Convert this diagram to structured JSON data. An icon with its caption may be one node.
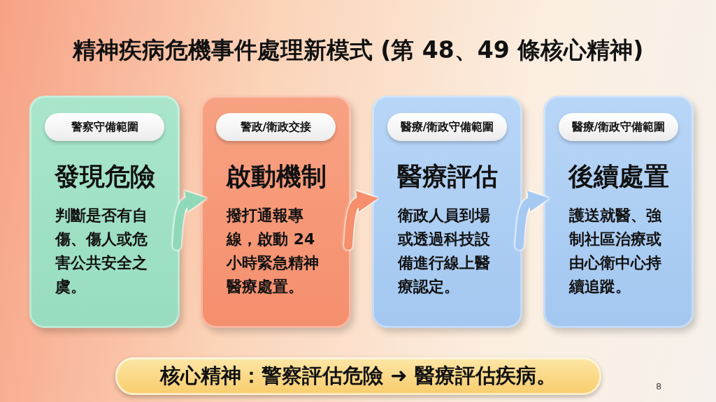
{
  "diagram": {
    "title": "精神疾病危機事件處理新模式 (第 48、49 條核心精神)",
    "nodes": [
      {
        "text": [
          "發現危險",
          "判斷是否有自傷、傷人或危害公共安全之虞。"
        ]
      },
      {
        "text": [
          "警察守備範圍"
        ],
        "in": 0
      },
      {
        "text": [
          "啟動機制",
          "撥打通報專線，啟動 24 小時緊急精神醫療處置。"
        ]
      },
      {
        "text": [
          "警政/衛政交接"
        ],
        "in": 2
      },
      {
        "text": [
          "醫療評估",
          "衛政人員到場或透過科技設備進行線上醫療認定。"
        ]
      },
      {
        "text": [
          "醫療/衛政守備範圍"
        ],
        "in": 4
      },
      {
        "text": [
          "後續處置",
          "護送就醫、強制社區治療或由心衛中心持續追蹤。"
        ]
      },
      {
        "text": [
          "醫療/衛政守備範圍"
        ],
        "in": 6
      },
      {
        "text": [
          "核心精神：警察評估危險 ➜ 醫療評估疾病。"
        ]
      }
    ],
    "edges": [
      {
        "from": 0,
        "to": 2,
        "arrow": "to",
        "color": "#8fd9b8"
      },
      {
        "from": 2,
        "to": 4,
        "arrow": "to",
        "color": "#f58f6c"
      },
      {
        "from": 4,
        "to": 6,
        "arrow": "to",
        "color": "#a6c9f2"
      }
    ],
    "labels": [
      "8"
    ]
  }
}
